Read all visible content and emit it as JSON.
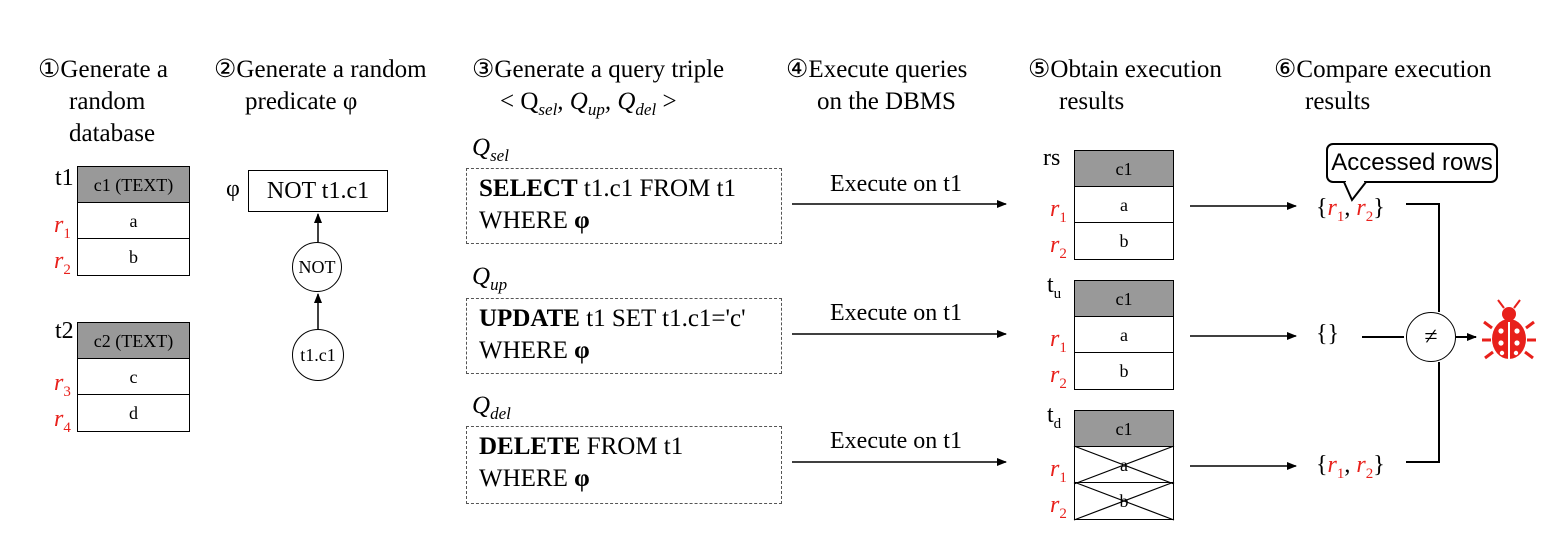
{
  "steps": [
    {
      "num": "①",
      "lines": [
        "Generate a",
        "random",
        "database"
      ]
    },
    {
      "num": "②",
      "lines": [
        "Generate a random",
        "predicate φ"
      ]
    },
    {
      "num": "③",
      "lines": [
        "Generate a query triple",
        "< Q",
        "sel",
        ", Q",
        "up",
        ", Q",
        "del",
        " >"
      ]
    },
    {
      "num": "④",
      "lines": [
        "Execute queries",
        "on the DBMS"
      ]
    },
    {
      "num": "⑤",
      "lines": [
        "Obtain execution",
        "results"
      ]
    },
    {
      "num": "⑥",
      "lines": [
        "Compare execution",
        "results"
      ]
    }
  ],
  "tables": {
    "t1": {
      "name": "t1",
      "header": "c1 (TEXT)",
      "rows": [
        {
          "label": "r",
          "sub": "1",
          "value": "a"
        },
        {
          "label": "r",
          "sub": "2",
          "value": "b"
        }
      ]
    },
    "t2": {
      "name": "t2",
      "header": "c2 (TEXT)",
      "rows": [
        {
          "label": "r",
          "sub": "3",
          "value": "c"
        },
        {
          "label": "r",
          "sub": "4",
          "value": "d"
        }
      ]
    }
  },
  "predicate": {
    "symbol": "φ",
    "expression": "NOT t1.c1",
    "tree": {
      "root": "NOT",
      "child": "t1.c1"
    }
  },
  "queries": [
    {
      "name": "Q",
      "sub": "sel",
      "keyword": "SELECT",
      "line1_rest": " t1.c1 FROM t1",
      "line2": "WHERE ",
      "line2_bold": "φ",
      "exec": "Execute on t1"
    },
    {
      "name": "Q",
      "sub": "up",
      "keyword": "UPDATE",
      "line1_rest": " t1 SET t1.c1='c'",
      "line2": "WHERE ",
      "line2_bold": "φ",
      "exec": "Execute on t1"
    },
    {
      "name": "Q",
      "sub": "del",
      "keyword": "DELETE",
      "line1_rest": " FROM t1",
      "line2": "WHERE ",
      "line2_bold": "φ",
      "exec": "Execute on t1"
    }
  ],
  "results": [
    {
      "name": "rs",
      "name_sub": "",
      "header": "c1",
      "rows": [
        {
          "label": "r",
          "sub": "1",
          "value": "a",
          "deleted": false
        },
        {
          "label": "r",
          "sub": "2",
          "value": "b",
          "deleted": false
        }
      ]
    },
    {
      "name": "t",
      "name_sub": "u",
      "header": "c1",
      "rows": [
        {
          "label": "r",
          "sub": "1",
          "value": "a",
          "deleted": false
        },
        {
          "label": "r",
          "sub": "2",
          "value": "b",
          "deleted": false
        }
      ]
    },
    {
      "name": "t",
      "name_sub": "d",
      "header": "c1",
      "rows": [
        {
          "label": "r",
          "sub": "1",
          "value": "a",
          "deleted": true
        },
        {
          "label": "r",
          "sub": "2",
          "value": "b",
          "deleted": true
        }
      ]
    }
  ],
  "accessed": {
    "callout": "Accessed rows",
    "sets": [
      {
        "items": [
          {
            "label": "r",
            "sub": "1"
          },
          {
            "label": "r",
            "sub": "2"
          }
        ]
      },
      {
        "items": []
      },
      {
        "items": [
          {
            "label": "r",
            "sub": "1"
          },
          {
            "label": "r",
            "sub": "2"
          }
        ]
      }
    ]
  },
  "compare": {
    "symbol": "≠",
    "result_icon": "bug-icon"
  },
  "colors": {
    "row_label": "#e8201b",
    "header_fill": "#999999",
    "bug": "#e8201b"
  }
}
